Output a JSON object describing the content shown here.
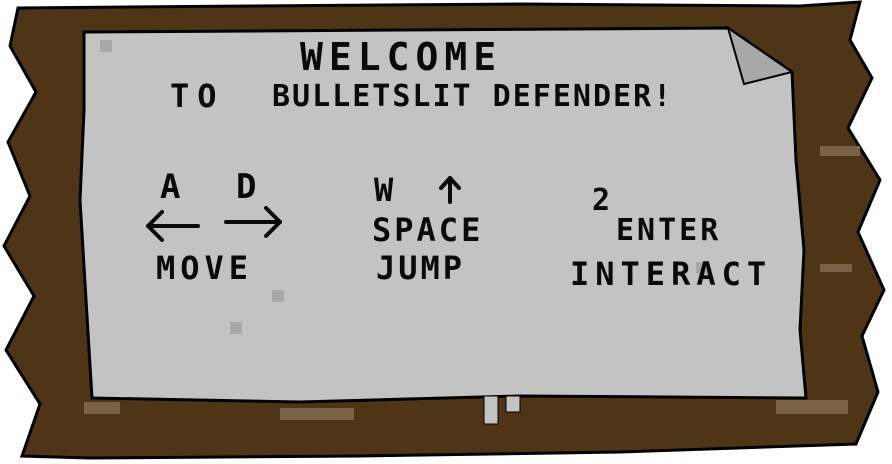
{
  "sign": {
    "title_line1": "WELCOME",
    "title_line2_prefix": "TO",
    "title_line2_name": "BULLETSLIT DEFENDER!"
  },
  "controls": {
    "move": {
      "key_left": "A",
      "key_right": "D",
      "label": "MOVE",
      "left_arrow_icon": "arrow-left-icon",
      "right_arrow_icon": "arrow-right-icon"
    },
    "jump": {
      "key_primary": "W",
      "key_arrow_icon": "arrow-up-icon",
      "key_secondary": "SPACE",
      "label": "JUMP"
    },
    "interact": {
      "key_primary": "2",
      "key_secondary": "ENTER",
      "label": "INTERACT"
    }
  },
  "colors": {
    "wood": "#4e3516",
    "paper": "#c3c3c3",
    "paper_fold": "#a8a8a8",
    "ink": "#0a0a0a"
  }
}
